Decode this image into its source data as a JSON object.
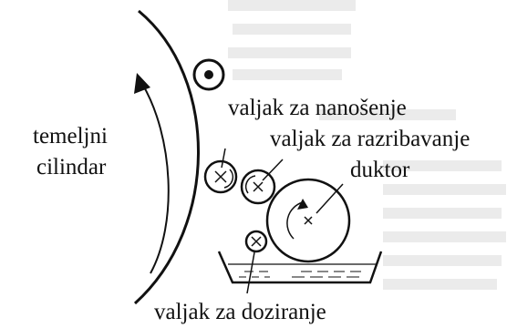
{
  "labels": {
    "temeljni": "temeljni",
    "cilindar": "cilindar",
    "nanosenje": "valjak za nanošenje",
    "razribavanje": "valjak za razribavanje",
    "duktor": "duktor",
    "doziranje": "valjak za doziranje"
  },
  "colors": {
    "ink": "#111111",
    "background": "#ffffff",
    "bleed_text": "#d6d6d6"
  }
}
